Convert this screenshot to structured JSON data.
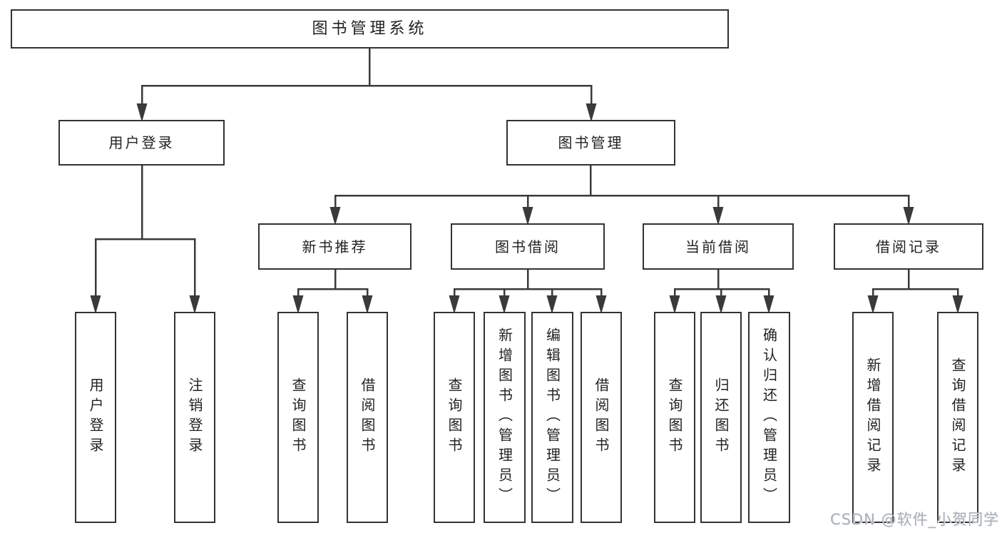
{
  "tree": {
    "label": "图书管理系统",
    "children": [
      {
        "label": "用户登录",
        "children": [
          {
            "label": "用户登录"
          },
          {
            "label": "注销登录"
          }
        ]
      },
      {
        "label": "图书管理",
        "children": [
          {
            "label": "新书推荐",
            "children": [
              {
                "label": "查询图书"
              },
              {
                "label": "借阅图书"
              }
            ]
          },
          {
            "label": "图书借阅",
            "children": [
              {
                "label": "查询图书"
              },
              {
                "label": "新增图书（管理员）"
              },
              {
                "label": "编辑图书（管理员）"
              },
              {
                "label": "借阅图书"
              }
            ]
          },
          {
            "label": "当前借阅",
            "children": [
              {
                "label": "查询图书"
              },
              {
                "label": "归还图书"
              },
              {
                "label": "确认归还（管理员）"
              }
            ]
          },
          {
            "label": "借阅记录",
            "children": [
              {
                "label": "新增借阅记录"
              },
              {
                "label": "查询借阅记录"
              }
            ]
          }
        ]
      }
    ]
  },
  "watermark": {
    "text": "CSDN @软件_小贺同学"
  },
  "colors": {
    "line": "#3a3a3a",
    "box_border": "#333333",
    "text": "#222222",
    "watermark": "#aab0b8",
    "background": "#ffffff"
  }
}
